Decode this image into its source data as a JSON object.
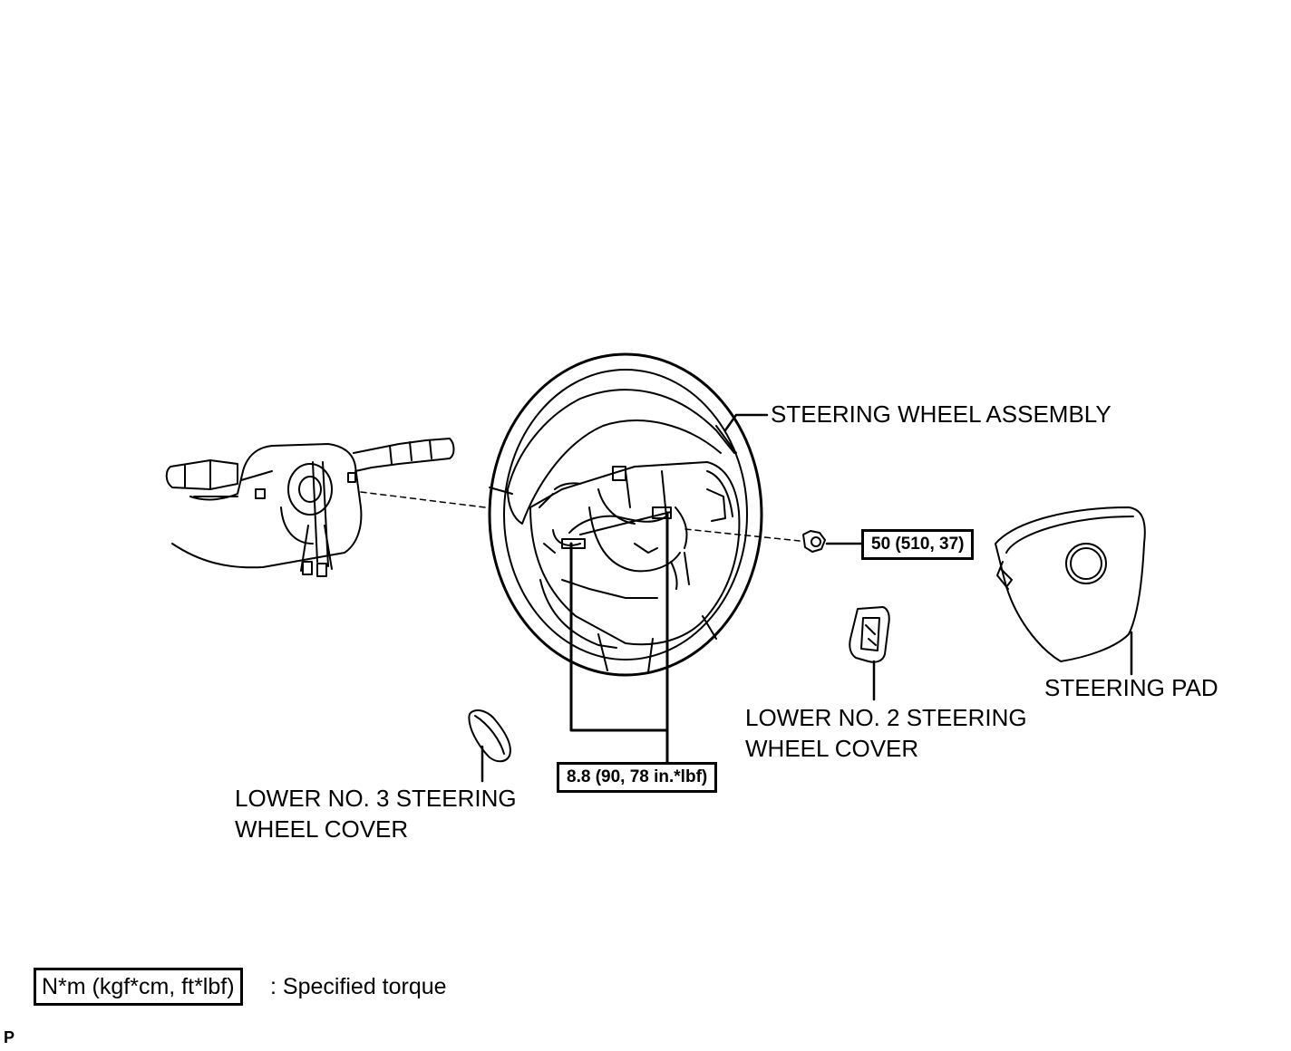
{
  "labels": {
    "steering_wheel_assembly": "STEERING WHEEL ASSEMBLY",
    "steering_pad": "STEERING PAD",
    "lower_no2_line1": "LOWER NO. 2 STEERING",
    "lower_no2_line2": "WHEEL COVER",
    "lower_no3_line1": "LOWER NO. 3 STEERING",
    "lower_no3_line2": "WHEEL COVER"
  },
  "torque": {
    "nut": "50 (510, 37)",
    "screws": "8.8 (90, 78 in.*lbf)"
  },
  "legend": {
    "box_text": "N*m (kgf*cm, ft*lbf)",
    "description": ": Specified torque"
  },
  "corner_mark": "P"
}
